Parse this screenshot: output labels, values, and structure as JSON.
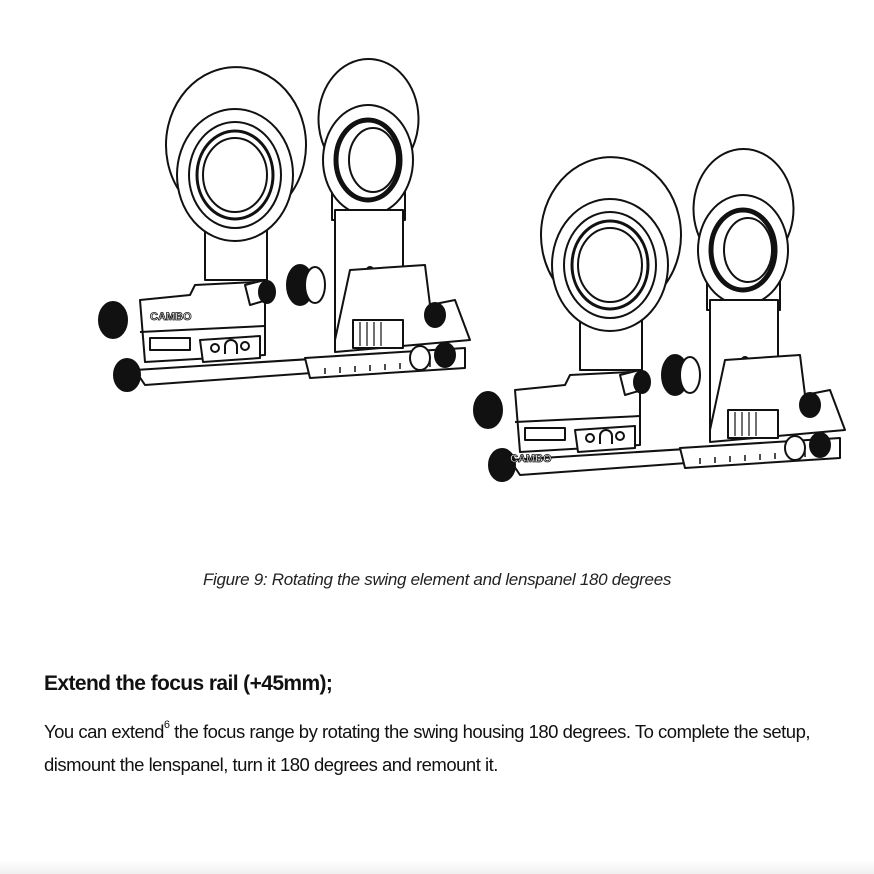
{
  "figure": {
    "logo_text": "CAMBO",
    "caption": "Figure 9: Rotating the swing element and lenspanel 180 degrees"
  },
  "section": {
    "heading": "Extend the focus rail (+45mm);",
    "paragraph_before_footnote": "You can extend",
    "footnote_marker": "6",
    "paragraph_after_footnote": " the focus range by rotating the swing housing 180 degrees. To complete the setup, dismount the lenspanel, turn it 180 degrees and remount it."
  }
}
